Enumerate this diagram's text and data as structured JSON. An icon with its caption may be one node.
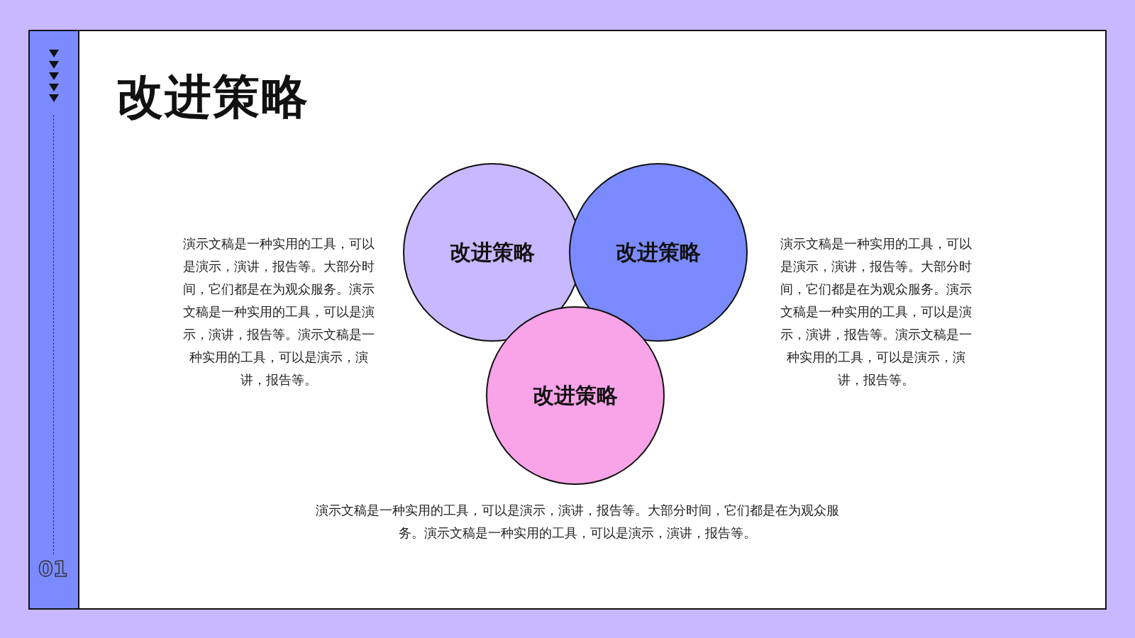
{
  "diagram": {
    "title": "改进策略",
    "nodes": [
      {
        "text": [
          "改进策略"
        ]
      },
      {
        "text": [
          "改进策略"
        ]
      },
      {
        "text": [
          "改进策略"
        ]
      }
    ],
    "labels": [
      "演示文稿是一种实用的工具，可以是演示，演讲，报告等。大部分时间，它们都是在为观众服务。演示文稿是一种实用的工具，可以是演示，演讲，报告等。演示文稿是一种实用的工具，可以是演示，演讲，报告等。",
      "演示文稿是一种实用的工具，可以是演示，演讲，报告等。大部分时间，它们都是在为观众服务。演示文稿是一种实用的工具，可以是演示，演讲，报告等。演示文稿是一种实用的工具，可以是演示，演讲，报告等。",
      "演示文稿是一种实用的工具，可以是演示，演讲，报告等。大部分时间，它们都是在为观众服务。演示文稿是一种实用的工具，可以是演示，演讲，报告等。",
      "01"
    ]
  }
}
